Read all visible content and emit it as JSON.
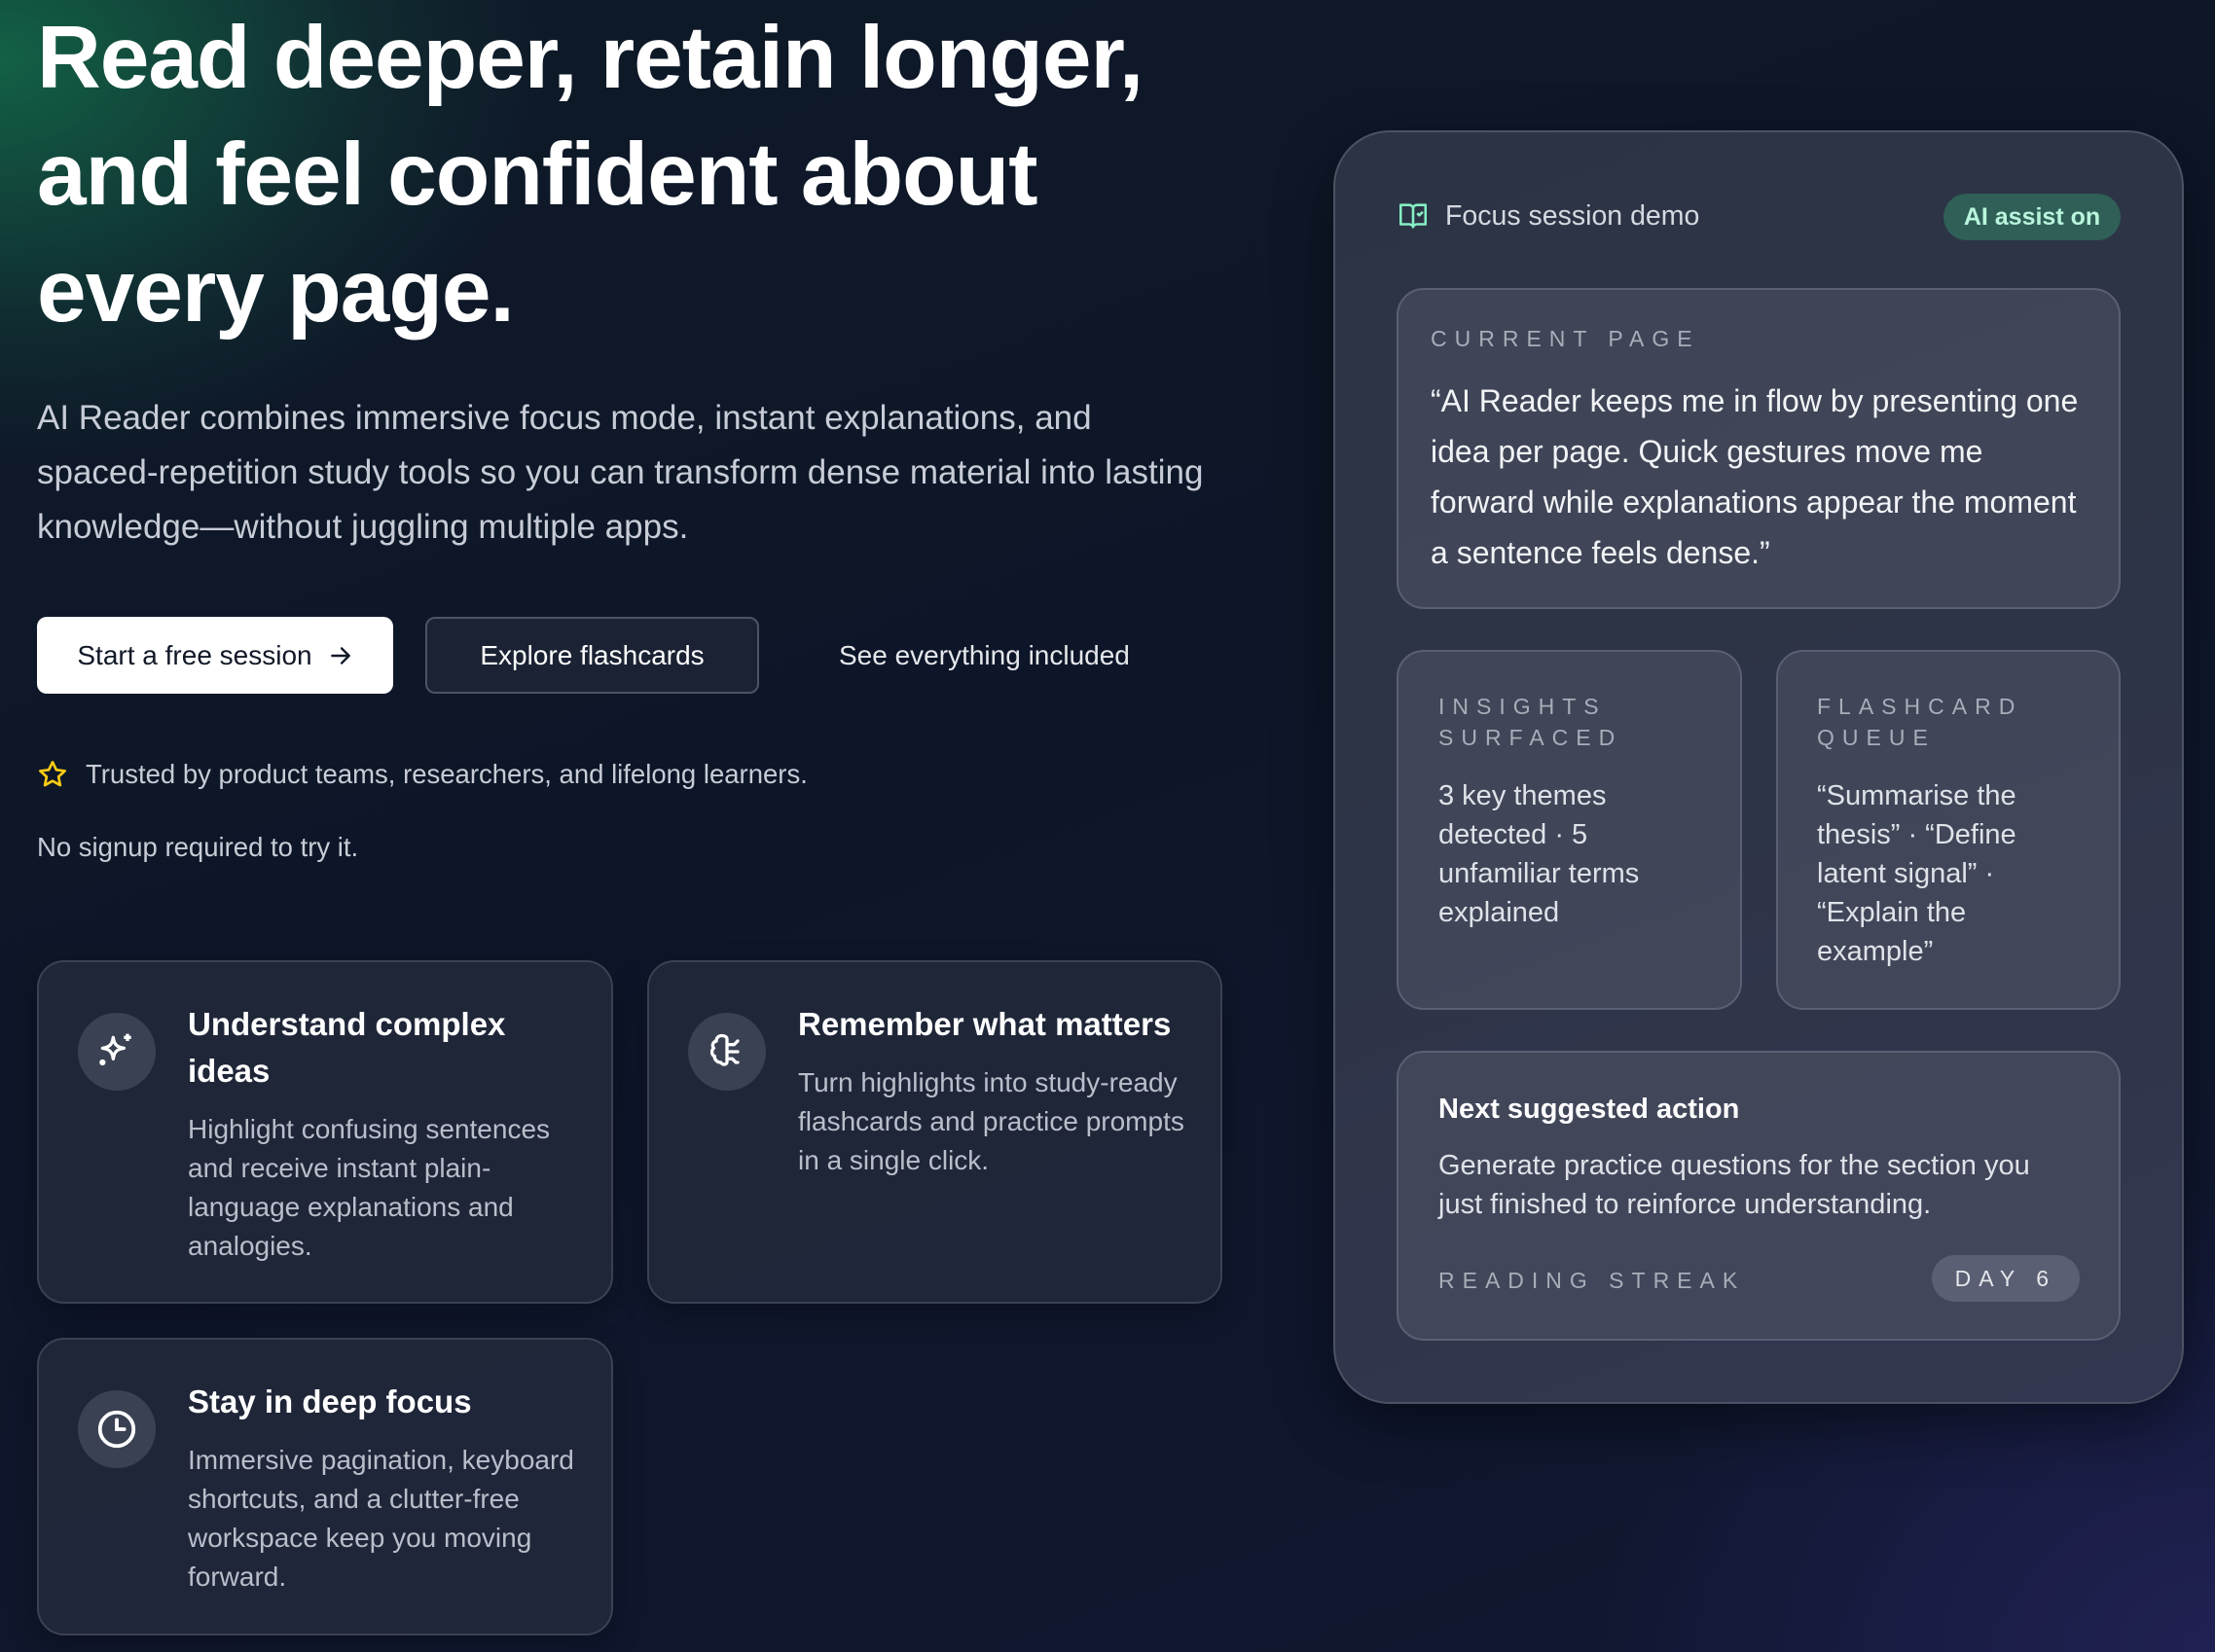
{
  "hero": {
    "title_lines": [
      "Read deeper, retain longer,",
      "and feel confident about",
      "every page."
    ],
    "description": "AI Reader combines immersive focus mode, instant explanations, and spaced-repetition study tools so you can transform dense material into lasting knowledge—without juggling multiple apps.",
    "primary_button": "Start a free session",
    "secondary_button": "Explore flashcards",
    "link": "See everything included",
    "trust": "Trusted by product teams, researchers, and lifelong learners.",
    "no_signup": "No signup required to try it."
  },
  "features": [
    {
      "icon": "sparkles-icon",
      "title": "Understand complex ideas",
      "text": "Highlight confusing sentences and receive instant plain-language explanations and analogies."
    },
    {
      "icon": "brain-icon",
      "title": "Remember what matters",
      "text": "Turn highlights into study-ready flashcards and practice prompts in a single click."
    },
    {
      "icon": "clock-icon",
      "title": "Stay in deep focus",
      "text": "Immersive pagination, keyboard shortcuts, and a clutter-free workspace keep you moving forward."
    }
  ],
  "demo": {
    "title": "Focus session demo",
    "badge": "AI assist on",
    "current_page": {
      "label": "CURRENT PAGE",
      "text": "“AI Reader keeps me in flow by presenting one idea per page. Quick gestures move me forward while explanations appear the moment a sentence feels dense.”"
    },
    "insights": {
      "label": "INSIGHTS SURFACED",
      "text": "3 key themes detected · 5 unfamiliar terms explained"
    },
    "flashcards": {
      "label": "FLASHCARD QUEUE",
      "text": "“Summarise the thesis” · “Define latent signal” · “Explain the example”"
    },
    "next": {
      "title": "Next suggested action",
      "text": "Generate practice questions for the section you just finished to reinforce understanding.",
      "streak_label": "READING STREAK",
      "streak_value": "DAY 6"
    }
  },
  "colors": {
    "accent": "#2f5f56",
    "accent_text": "#b9f5dc",
    "star": "#facc15"
  }
}
